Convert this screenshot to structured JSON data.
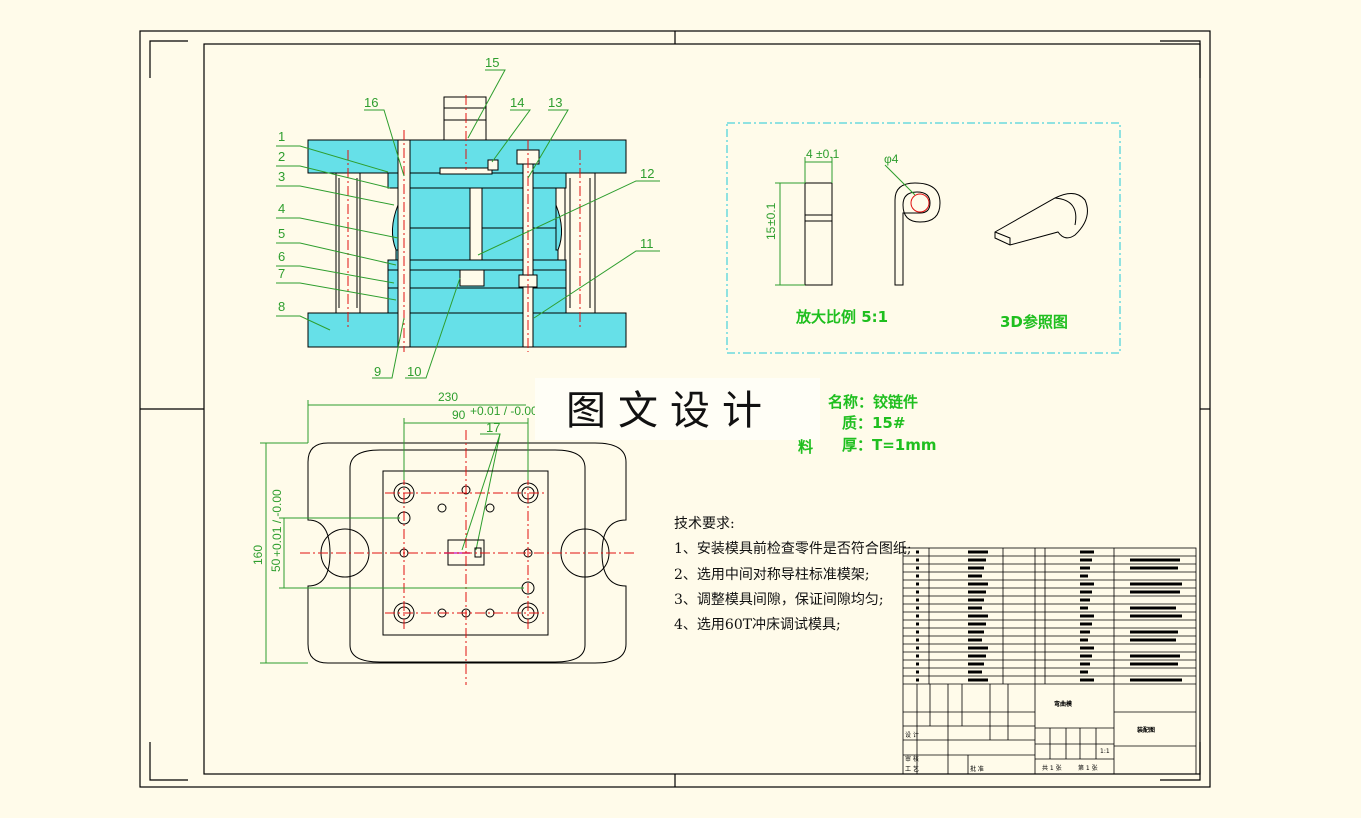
{
  "labels": {
    "l1": "1",
    "l2": "2",
    "l3": "3",
    "l4": "4",
    "l5": "5",
    "l6": "6",
    "l7": "7",
    "l8": "8",
    "l9": "9",
    "l10": "10",
    "l11": "11",
    "l12": "12",
    "l13": "13",
    "l14": "14",
    "l15": "15",
    "l16": "16",
    "l17": "17"
  },
  "dims": {
    "width_total": "230",
    "width_inner": "90",
    "width_inner_tol": "+0.01 / -0.00",
    "height_total": "160",
    "height_inner": "50",
    "height_inner_tol": "+0.01 / -0.00",
    "part_width": "4",
    "part_height": "15",
    "part_tol": "±0.1",
    "curl_dia": "φ4"
  },
  "detail": {
    "scale_text": "放大比例 5:1",
    "ref_3d": "3D参照图"
  },
  "watermark": "图文设计",
  "part_info": {
    "name": "名称：铰链件",
    "material_label": "质：15#",
    "material_prefix": "料",
    "thickness": "厚：T=1mm"
  },
  "tech_req": {
    "title": "技术要求:",
    "items": [
      "1、安装模具前检查零件是否符合图纸;",
      "2、选用中间对称导柱标准模架;",
      "3、调整模具间隙，保证间隙均匀;",
      "4、选用60T冲床调试模具;"
    ]
  },
  "title_block": {
    "mold_name": "弯曲模",
    "drawing_type": "装配图",
    "scale": "1:1",
    "sheet_total": "共 1 张",
    "sheet_no": "第 1 张",
    "design_label": "设 计",
    "review_label": "审 核",
    "process_label": "工 艺",
    "approve_label": "批 准"
  },
  "colors": {
    "plate": "#66e0e8",
    "leader": "#2e9e2e",
    "center": "#e01010",
    "outline": "#000000"
  }
}
